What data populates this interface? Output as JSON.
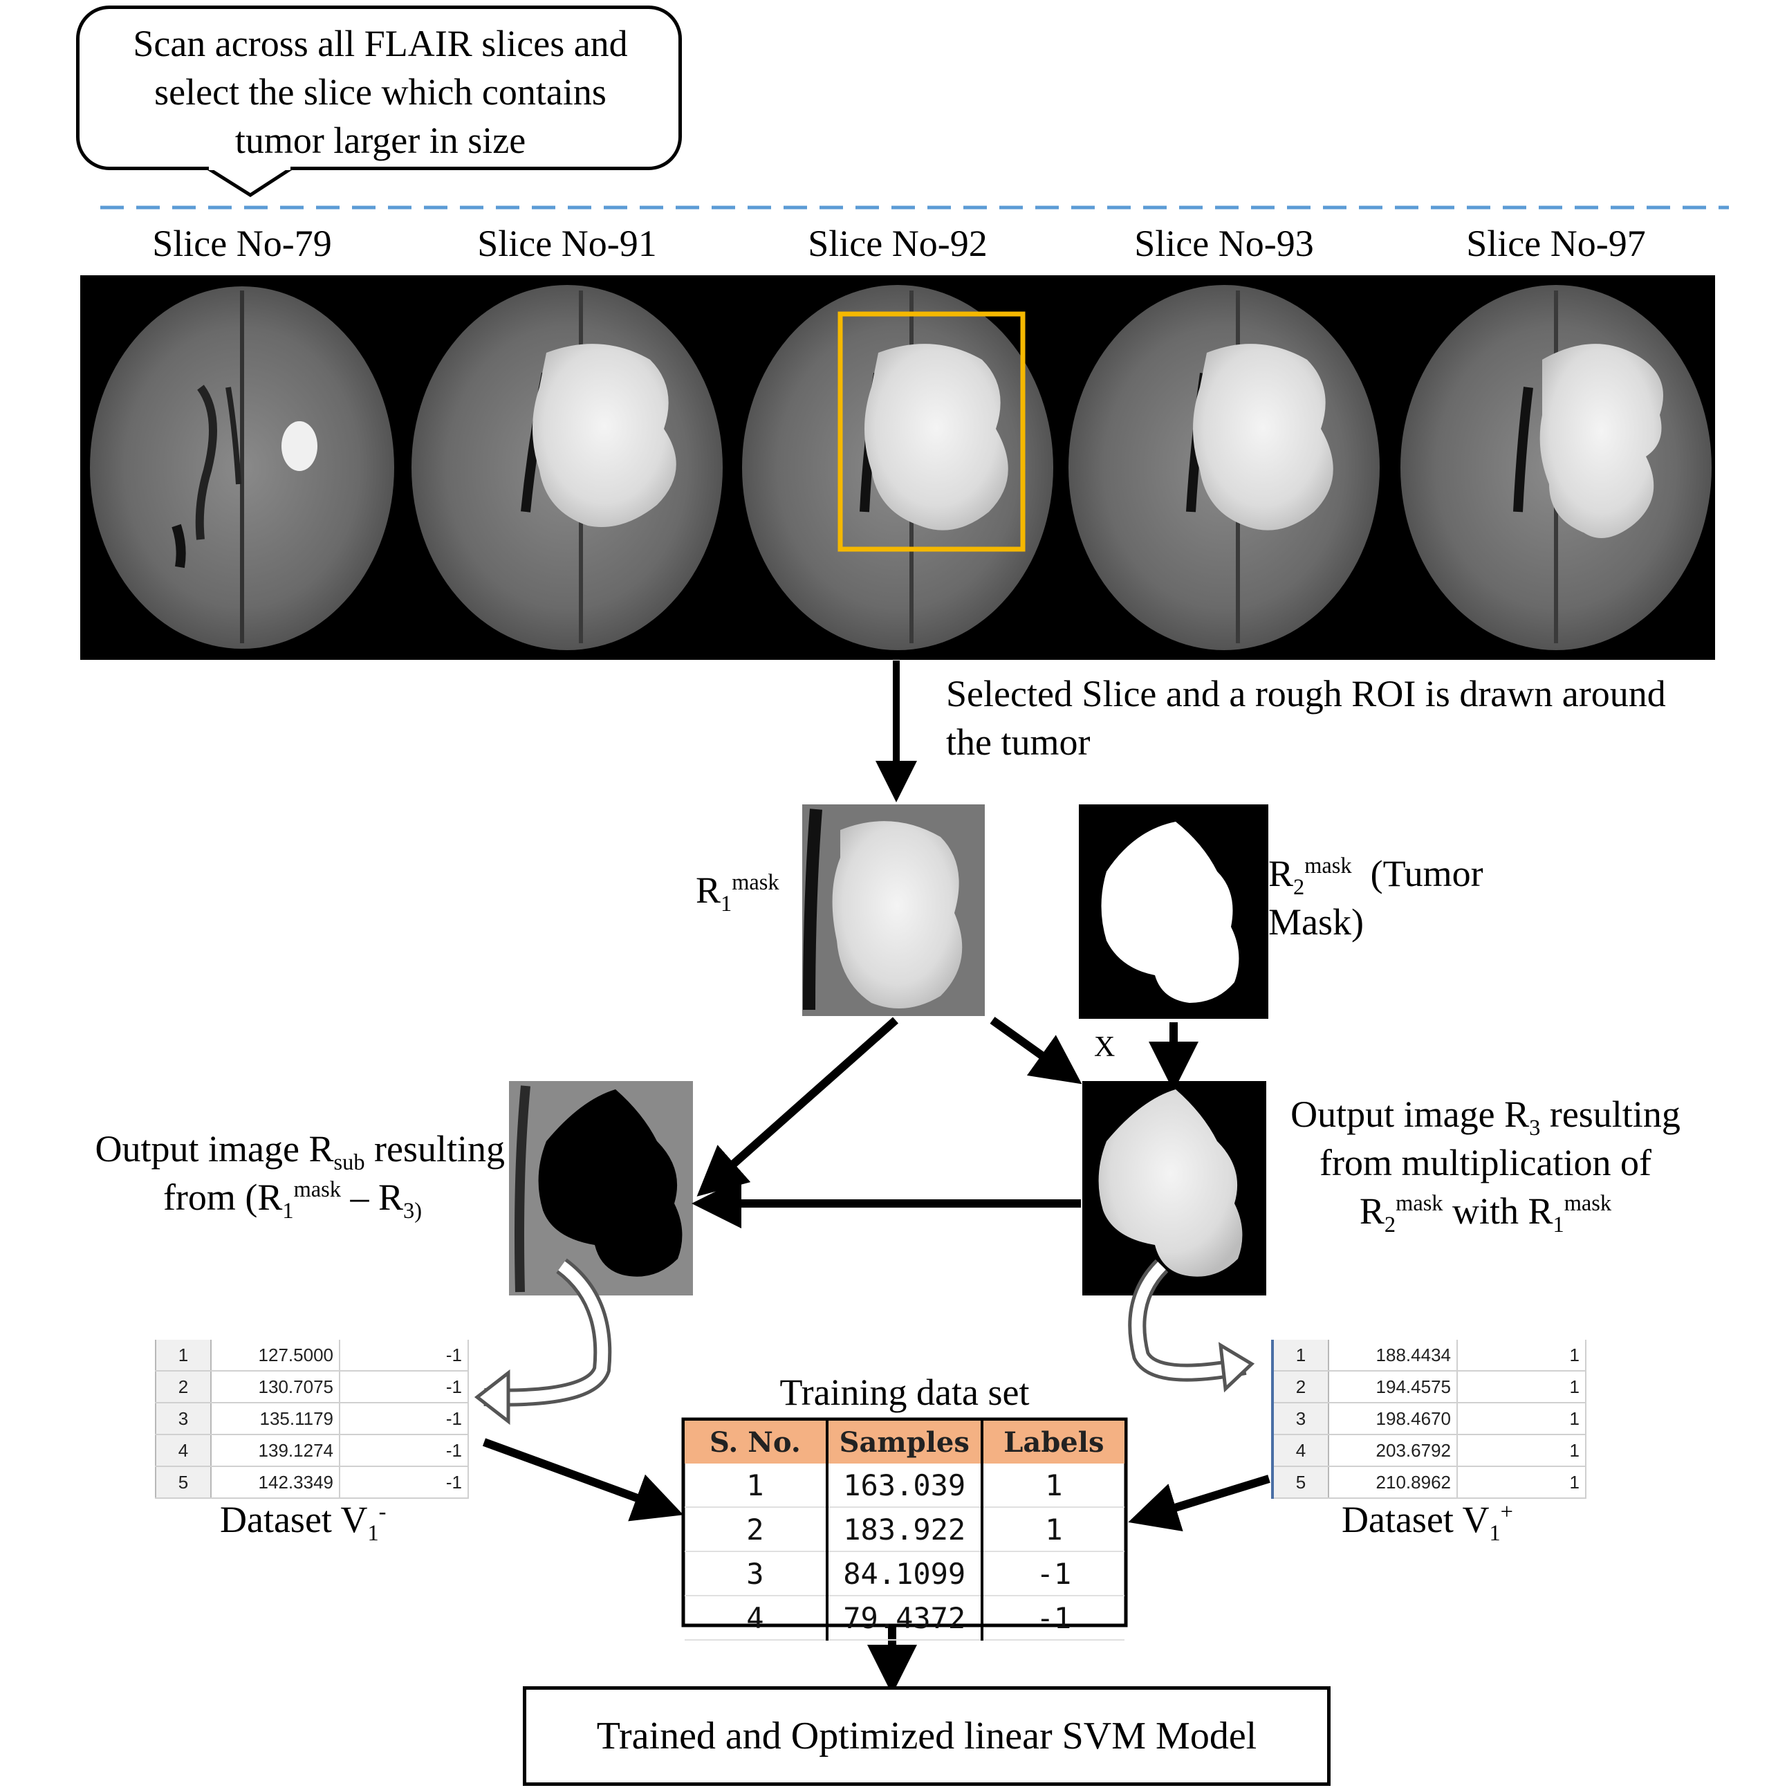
{
  "callout": {
    "text": "Scan across all FLAIR slices and\nselect the slice which contains\ntumor larger in size"
  },
  "slices": [
    {
      "label": "Slice No-79"
    },
    {
      "label": "Slice No-91"
    },
    {
      "label": "Slice No-92"
    },
    {
      "label": "Slice No-93"
    },
    {
      "label": "Slice No-97"
    }
  ],
  "notes": {
    "selected_slice": "Selected Slice and a rough ROI is drawn around",
    "selected_slice_cont": "the tumor",
    "r1_base": "R",
    "r1_sub": "1",
    "r1_sup": "mask",
    "r2_base": "R",
    "r2_sub": "2",
    "r2_sup": "mask",
    "r2_text": "(Tumor",
    "r2_text2": "Mask)",
    "times": "X",
    "rsub_line1_a": "Output image R",
    "rsub_line1_sub": "sub",
    "rsub_line1_b": "resulting",
    "rsub_line2_a": "from (R",
    "rsub_line2_sub": "1",
    "rsub_line2_sup": "mask",
    "rsub_line2_b": "– R",
    "rsub_line2_sub2": "3)",
    "r3_line1_a": "Output image R",
    "r3_line1_sub": "3",
    "r3_line1_b": "resulting",
    "r3_line2": "from multiplication of",
    "r3_line3_a": "R",
    "r3_line3_sub": "2",
    "r3_line3_sup": "mask",
    "r3_line3_b": "with R",
    "r3_line3_sub2": "1",
    "r3_line3_sup2": "mask"
  },
  "dataset_neg": {
    "label_base": "Dataset V",
    "label_sub": "1",
    "label_sup": "-",
    "rows": [
      {
        "idx": "1",
        "value": "127.5000",
        "label": "-1"
      },
      {
        "idx": "2",
        "value": "130.7075",
        "label": "-1"
      },
      {
        "idx": "3",
        "value": "135.1179",
        "label": "-1"
      },
      {
        "idx": "4",
        "value": "139.1274",
        "label": "-1"
      },
      {
        "idx": "5",
        "value": "142.3349",
        "label": "-1"
      }
    ]
  },
  "dataset_pos": {
    "label_base": "Dataset V",
    "label_sub": "1",
    "label_sup": "+",
    "rows": [
      {
        "idx": "1",
        "value": "188.4434",
        "label": "1"
      },
      {
        "idx": "2",
        "value": "194.4575",
        "label": "1"
      },
      {
        "idx": "3",
        "value": "198.4670",
        "label": "1"
      },
      {
        "idx": "4",
        "value": "203.6792",
        "label": "1"
      },
      {
        "idx": "5",
        "value": "210.8962",
        "label": "1"
      }
    ]
  },
  "training": {
    "title": "Training data set",
    "headers": [
      "S. No.",
      "Samples",
      "Labels"
    ],
    "rows": [
      [
        "1",
        "163.039",
        "1"
      ],
      [
        "2",
        "183.922",
        "1"
      ],
      [
        "3",
        "84.1099",
        "-1"
      ],
      [
        "4",
        "79.4372",
        "-1"
      ]
    ]
  },
  "final": {
    "label": "Trained and Optimized linear SVM Model"
  },
  "colors": {
    "dashed_line": "#5b9bd5",
    "roi_box": "#f5b800",
    "table_header": "#f4b183"
  }
}
